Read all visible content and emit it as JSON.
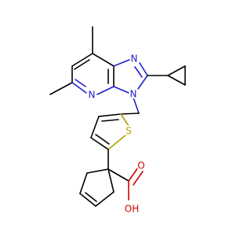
{
  "atoms": {
    "n_imidazole_top": {
      "label": "N",
      "color": "#1f1fc9"
    },
    "n_imidazole_bottom": {
      "label": "N",
      "color": "#1f1fc9"
    },
    "n_pyridine": {
      "label": "N",
      "color": "#1f1fc9"
    },
    "s_thiophene": {
      "label": "S",
      "color": "#b3a100"
    },
    "o_carbonyl": {
      "label": "O",
      "color": "#d00000"
    },
    "oh_carboxyl": {
      "label": "OH",
      "color": "#d00000"
    }
  }
}
